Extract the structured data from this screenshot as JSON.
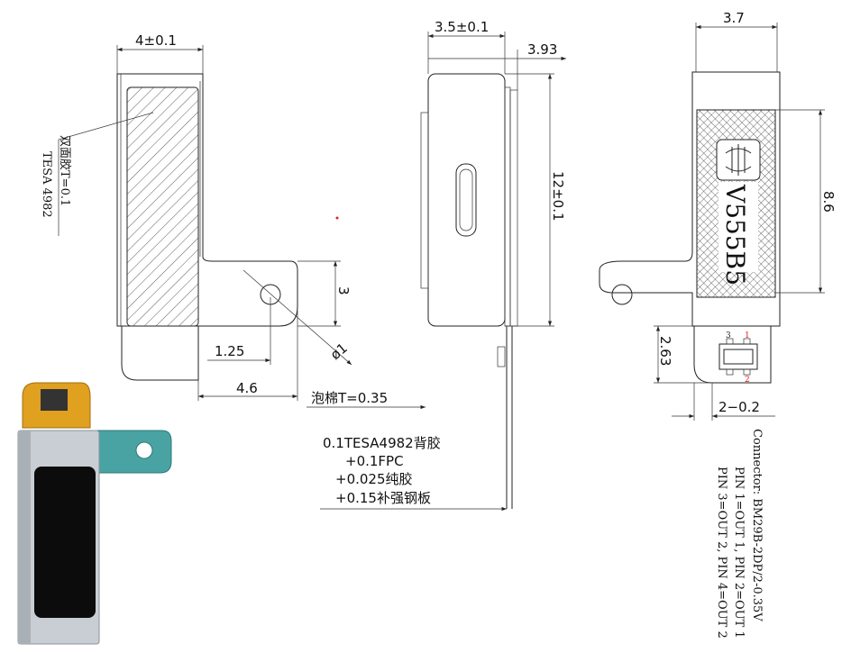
{
  "front_view": {
    "width_dim": "4±0.1",
    "tape_label": "双面胶T=0.1",
    "tape_spec": "TESA 4982",
    "tab_height_dim": "3",
    "hole_offset_dim": "1.25",
    "tab_length_dim": "4.6",
    "hole_dia_dim": "ø1",
    "foam_label": "泡棉T=0.35"
  },
  "side_view": {
    "thickness_dim": "3.5±0.1",
    "total_thickness_dim": "3.93",
    "height_dim": "12±0.1",
    "stack": [
      "0.1TESA4982背胶",
      "+0.1FPC",
      "+0.025纯胶",
      "+0.15补强钢板"
    ]
  },
  "back_view": {
    "width_dim": "3.7",
    "label_height_dim": "8.6",
    "model": "V555B5",
    "connector_height_dim": "2.63",
    "connector_width_dim": "2−0.2",
    "pin_labels": [
      "3",
      "1",
      "2"
    ]
  },
  "connector_note": {
    "line1": "Connector: BM29B-2DP/2-0.35V",
    "line2": "PIN 1=OUT 1, PIN 2=OUT 1",
    "line3": "PIN 3=OUT 2, PIN 4=OUT 2"
  },
  "colors": {
    "pin_red": "#e02020",
    "tab_teal": "#4aa3a3",
    "fpc_orange": "#e0a020"
  }
}
